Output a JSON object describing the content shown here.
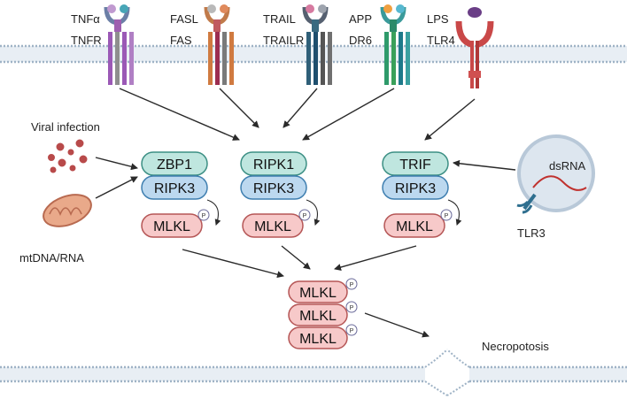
{
  "receptors": [
    {
      "ligand": "TNFα",
      "receptor": "TNFR"
    },
    {
      "ligand": "FASL",
      "receptor": "FAS"
    },
    {
      "ligand": "TRAIL",
      "receptor": "TRAILR"
    },
    {
      "ligand": "APP",
      "receptor": "DR6"
    },
    {
      "ligand": "LPS",
      "receptor": "TLR4"
    }
  ],
  "triggers": {
    "viral": "Viral infection",
    "mtdna": "mtDNA/RNA",
    "dsrna": "dsRNA",
    "tlr3": "TLR3"
  },
  "complexes": [
    {
      "top": "ZBP1",
      "bottom": "RIPK3",
      "effector": "MLKL"
    },
    {
      "top": "RIPK1",
      "bottom": "RIPK3",
      "effector": "MLKL"
    },
    {
      "top": "TRIF",
      "bottom": "RIPK3",
      "effector": "MLKL"
    }
  ],
  "oligomer": [
    "MLKL",
    "MLKL",
    "MLKL"
  ],
  "phospho_label": "P",
  "outcome": "Necropotosis",
  "colors": {
    "membrane": "#b9c9d8",
    "membrane_dot": "#8fa6bc",
    "teal_fill": "#bfe6df",
    "teal_stroke": "#3c8f84",
    "blue_fill": "#bcd8ef",
    "blue_stroke": "#3f7fb0",
    "pink_fill": "#f7c9c9",
    "pink_stroke": "#b55656",
    "virus": "#b84a4a",
    "arrow": "#2a2a2a"
  }
}
